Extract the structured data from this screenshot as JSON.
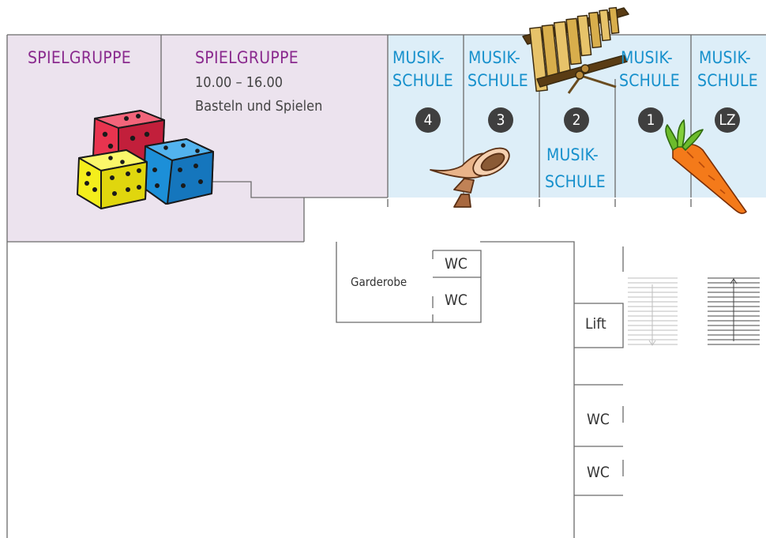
{
  "colors": {
    "spielgruppe_fill": "#ece3ee",
    "musikschule_fill": "#ddeef8",
    "spielgruppe_text": "#8a2a8e",
    "musikschule_text": "#1690cc",
    "badge": "#3f3f3f"
  },
  "rooms": {
    "spielgruppe_a": {
      "title": "SPIELGRUPPE"
    },
    "spielgruppe_b": {
      "title": "SPIELGRUPPE",
      "time": "10.00 – 16.00",
      "activity": "Basteln und Spielen"
    },
    "musikschule_4": {
      "line1": "MUSIK-",
      "line2": "SCHULE",
      "number": "4"
    },
    "musikschule_3": {
      "line1": "MUSIK-",
      "line2": "SCHULE",
      "number": "3"
    },
    "musikschule_2": {
      "line1": "MUSIK-",
      "line2": "SCHULE",
      "number": "2"
    },
    "musikschule_1": {
      "line1": "MUSIK-",
      "line2": "SCHULE",
      "number": "1"
    },
    "musikschule_lz": {
      "line1": "MUSIK-",
      "line2": "SCHULE",
      "number": "LZ"
    }
  },
  "facilities": {
    "garderobe": "Garderobe",
    "wc_top_1": "WC",
    "wc_top_2": "WC",
    "lift": "Lift",
    "wc_right_1": "WC",
    "wc_right_2": "WC"
  },
  "illustrations": [
    "dice-icon",
    "xylophone-icon",
    "horn-icon",
    "carrot-icon"
  ]
}
